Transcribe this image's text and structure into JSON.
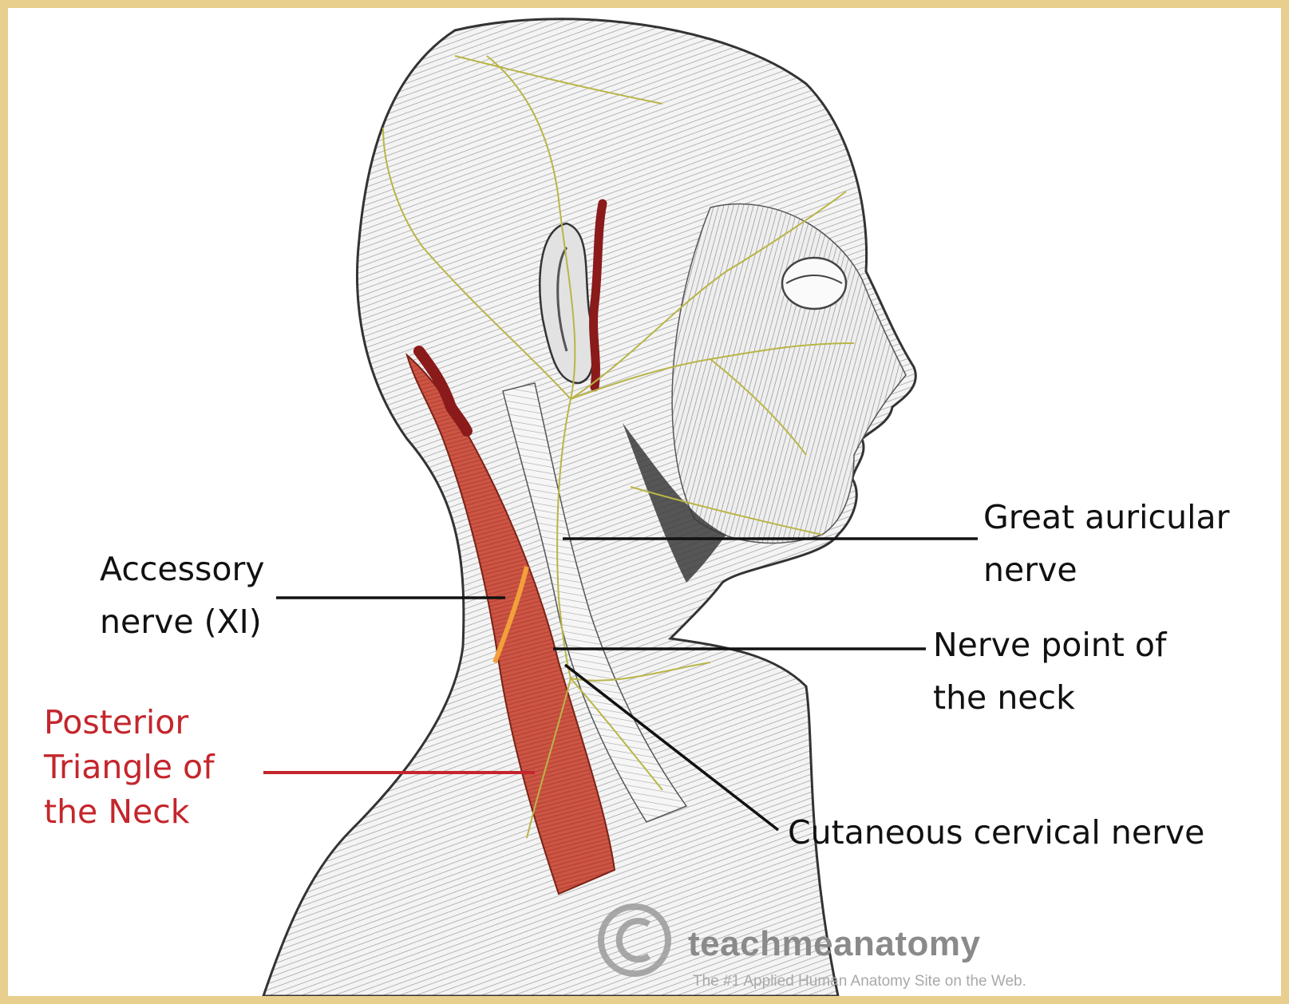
{
  "labels": {
    "accessory_nerve": {
      "line1": "Accessory",
      "line2": "nerve (XI)"
    },
    "great_auricular_nerve": {
      "line1": "Great auricular",
      "line2": "nerve"
    },
    "nerve_point": {
      "line1": "Nerve point of",
      "line2": "the neck"
    },
    "cutaneous_cervical_nerve": {
      "line1": "Cutaneous cervical nerve"
    },
    "posterior_triangle": {
      "line1": "Posterior",
      "line2": "Triangle of",
      "line3": "the Neck"
    }
  },
  "watermark": {
    "brand": "teachmeanatomy",
    "tagline": "The #1 Applied Human Anatomy Site on the Web."
  },
  "colors": {
    "frame": "#e9cf8e",
    "highlight_red": "#c4262c",
    "muscle_red": "#c94a3c",
    "nerve_yellow": "#b9b547",
    "artery": "#8b1a1a",
    "line": "#111111"
  }
}
